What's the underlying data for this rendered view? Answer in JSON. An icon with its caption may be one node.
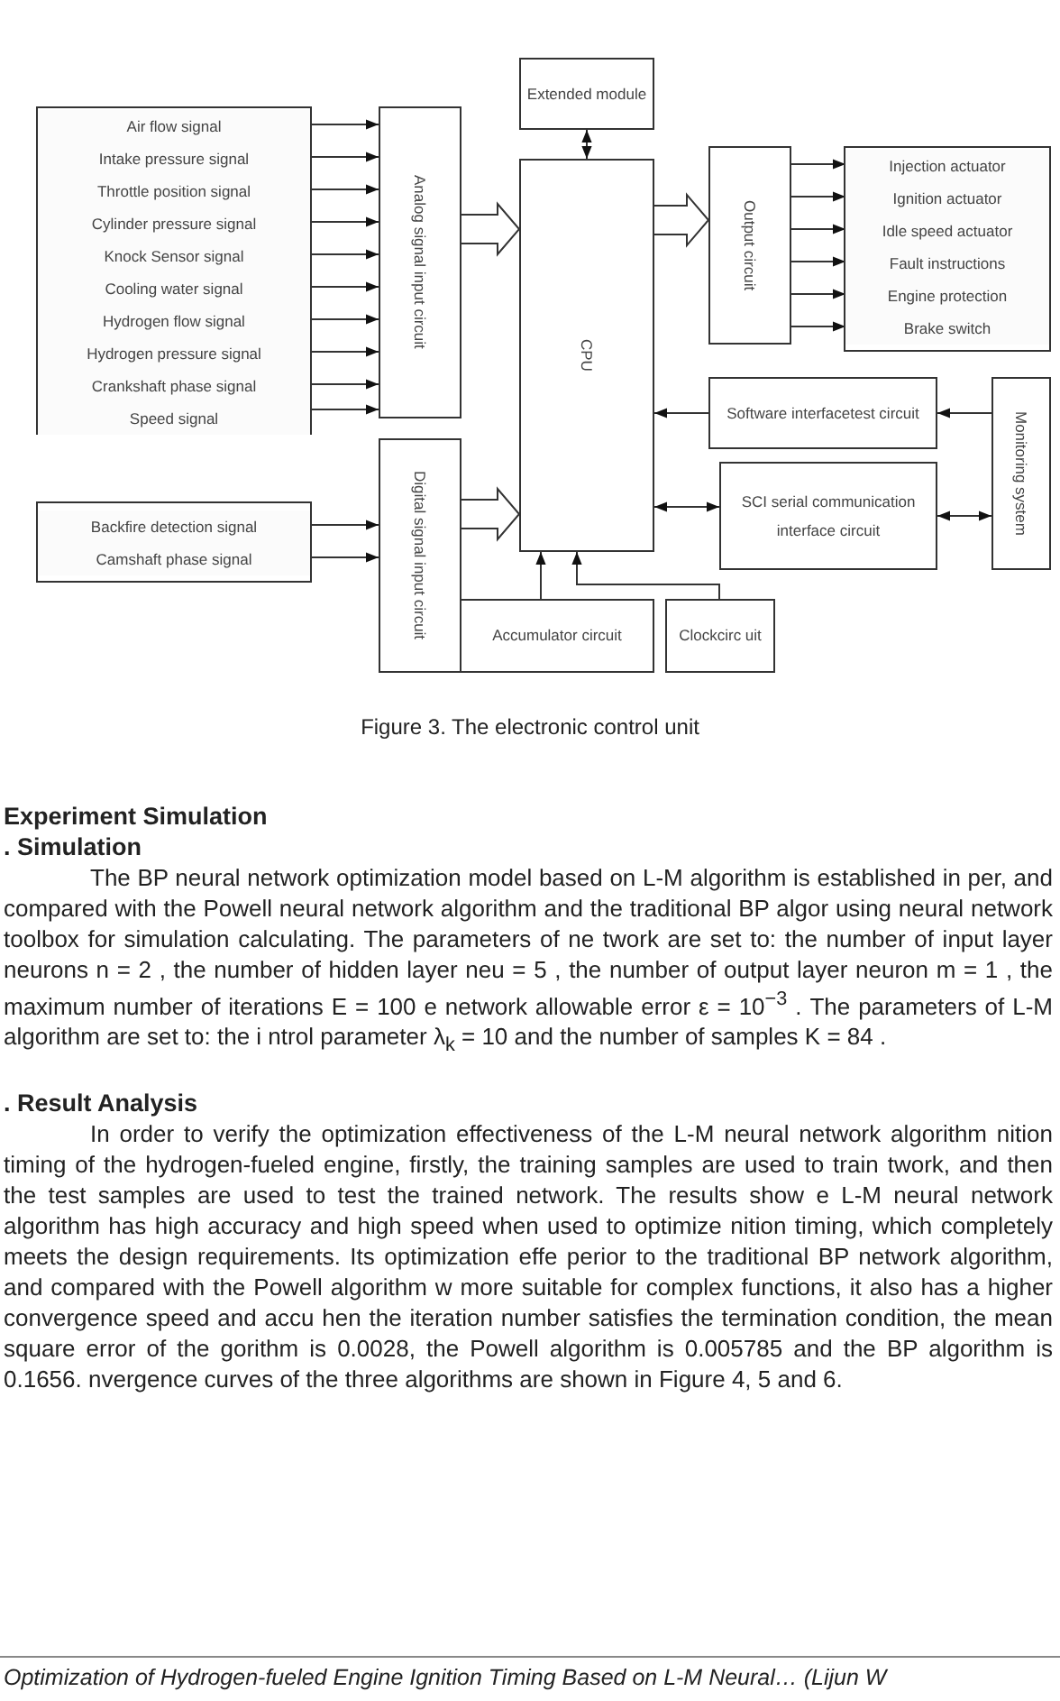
{
  "diagram": {
    "caption": "Figure 3. The electronic control unit",
    "nodes": [
      {
        "text": [],
        "shape": "box"
      },
      {
        "text": [
          "Air flow signal"
        ],
        "in": 0
      },
      {
        "text": [
          "Intake pressure signal"
        ],
        "in": 0
      },
      {
        "text": [
          "Throttle position signal"
        ],
        "in": 0
      },
      {
        "text": [
          "Cylinder pressure signal"
        ],
        "in": 0
      },
      {
        "text": [
          "Knock Sensor signal"
        ],
        "in": 0
      },
      {
        "text": [
          "Cooling water signal"
        ],
        "in": 0
      },
      {
        "text": [
          "Hydrogen flow signal"
        ],
        "in": 0
      },
      {
        "text": [
          "Hydrogen pressure signal"
        ],
        "in": 0
      },
      {
        "text": [
          "Crankshaft phase signal"
        ],
        "in": 0
      },
      {
        "text": [
          "Speed signal"
        ],
        "in": 0
      },
      {
        "text": [
          "Analog signal input circuit"
        ]
      },
      {
        "text": [],
        "shape": "box"
      },
      {
        "text": [
          "Backfire detection signal"
        ],
        "in": 12
      },
      {
        "text": [
          "Camshaft phase signal"
        ],
        "in": 12
      },
      {
        "text": [
          "Digital signal input circuit"
        ]
      },
      {
        "text": [
          "Extended module"
        ]
      },
      {
        "text": [
          "CPU"
        ]
      },
      {
        "text": [
          "Output circuit"
        ]
      },
      {
        "text": [],
        "shape": "box"
      },
      {
        "text": [
          "Injection actuator"
        ],
        "in": 19
      },
      {
        "text": [
          "Ignition actuator"
        ],
        "in": 19
      },
      {
        "text": [
          "Idle speed actuator"
        ],
        "in": 19
      },
      {
        "text": [
          "Fault instructions"
        ],
        "in": 19
      },
      {
        "text": [
          "Engine protection"
        ],
        "in": 19
      },
      {
        "text": [
          "Brake switch"
        ],
        "in": 19
      },
      {
        "text": [
          "Software interfacetest circuit"
        ]
      },
      {
        "text": [
          "SCI serial communication interface circuit"
        ]
      },
      {
        "text": [
          "Monitoring system"
        ]
      },
      {
        "text": [
          "Accumulator circuit"
        ]
      },
      {
        "text": [
          "Clockcirc uit"
        ]
      }
    ],
    "edges": [
      {
        "from": 1,
        "to": 11,
        "arrow": "to"
      },
      {
        "from": 2,
        "to": 11,
        "arrow": "to"
      },
      {
        "from": 3,
        "to": 11,
        "arrow": "to"
      },
      {
        "from": 4,
        "to": 11,
        "arrow": "to"
      },
      {
        "from": 5,
        "to": 11,
        "arrow": "to"
      },
      {
        "from": 6,
        "to": 11,
        "arrow": "to"
      },
      {
        "from": 7,
        "to": 11,
        "arrow": "to"
      },
      {
        "from": 8,
        "to": 11,
        "arrow": "to"
      },
      {
        "from": 9,
        "to": 11,
        "arrow": "to"
      },
      {
        "from": 10,
        "to": 11,
        "arrow": "to"
      },
      {
        "from": 13,
        "to": 15,
        "arrow": "to"
      },
      {
        "from": 14,
        "to": 15,
        "arrow": "to"
      },
      {
        "from": 11,
        "to": 17,
        "arrow": "to",
        "style": "thick"
      },
      {
        "from": 15,
        "to": 17,
        "arrow": "to",
        "style": "thick"
      },
      {
        "from": 16,
        "to": 17,
        "arrow": "both"
      },
      {
        "from": 17,
        "to": 18,
        "arrow": "to",
        "style": "thick"
      },
      {
        "from": 18,
        "to": 20,
        "arrow": "to"
      },
      {
        "from": 18,
        "to": 21,
        "arrow": "to"
      },
      {
        "from": 18,
        "to": 22,
        "arrow": "to"
      },
      {
        "from": 18,
        "to": 23,
        "arrow": "to"
      },
      {
        "from": 18,
        "to": 24,
        "arrow": "to"
      },
      {
        "from": 18,
        "to": 25,
        "arrow": "to"
      },
      {
        "from": 26,
        "to": 17,
        "arrow": "to"
      },
      {
        "from": 17,
        "to": 27,
        "arrow": "both"
      },
      {
        "from": 28,
        "to": 26,
        "arrow": "to"
      },
      {
        "from": 27,
        "to": 28,
        "arrow": "both"
      },
      {
        "from": 29,
        "to": 17,
        "arrow": "to"
      },
      {
        "from": 30,
        "to": 17,
        "arrow": "to"
      }
    ],
    "labels": [
      "Experiment Simulation",
      ". Simulation",
      "The BP neural network optimization model based on L-M algorithm is established in per, and compared with the Powell neural network algorithm and the traditional BP algor using neural network toolbox for simulation calculating. The parameters of ne twork are set to: the number of input layer neurons n = 2 , the number of hidden layer neu = 5 , the number of output layer neuron m = 1 , the maximum number of iterations E = 100 e network allowable error ε = 10$^{−3}$ . The parameters of L-M algorithm are set to: the i ntrol parameter λ$_{k}$ = 10 and the number of samples K = 84 .",
      ". Result Analysis",
      "In order to verify the optimization effectiveness of the L-M neural network algorithm nition timing of the hydrogen-fueled engine, firstly, the training samples are used to train twork, and then the test samples are used to test the trained network. The results show e L-M neural network algorithm has high accuracy and high speed when used to optimize nition timing, which completely meets the design requirements. Its optimization effe perior to the traditional BP network algorithm, and compared with the Powell algorithm w more suitable for complex functions, it also has a higher convergence speed and accu hen the iteration number satisfies the termination condition, the mean square error of the gorithm is 0.0028, the Powell algorithm is 0.005785 and the BP algorithm is 0.1656. nvergence curves of the three algorithms are shown in Figure 4, 5 and 6.",
      "Optimization of Hydrogen-fueled Engine Ignition Timing Based on L-M Neural… (Lijun W"
    ]
  }
}
